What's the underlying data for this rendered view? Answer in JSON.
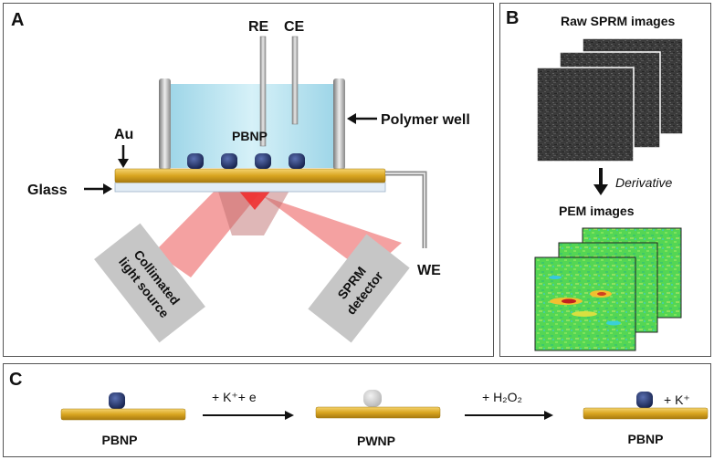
{
  "panel_a": {
    "letter": "A",
    "re": "RE",
    "ce": "CE",
    "polymer_well": "Polymer well",
    "au": "Au",
    "pbnp": "PBNP",
    "glass": "Glass",
    "light_source": [
      "Collimated",
      "light source"
    ],
    "detector": [
      "SPRM",
      "detector"
    ],
    "we": "WE"
  },
  "panel_b": {
    "letter": "B",
    "raw_title": "Raw SPRM images",
    "derivative": "Derivative",
    "pem_title": "PEM images"
  },
  "panel_c": {
    "letter": "C",
    "step1_label": "+ K⁺+ e",
    "step2_label": "+ H₂O₂",
    "k_label": "+ K⁺",
    "state1": "PBNP",
    "state2": "PWNP",
    "state3": "PBNP"
  },
  "colors": {
    "gold": "#d9a520",
    "nanoparticle_blue": "#1f2f66",
    "nanoparticle_white": "#cfcfcf",
    "beam_red": "#f08080",
    "well_blue": "#bfe6f2"
  }
}
